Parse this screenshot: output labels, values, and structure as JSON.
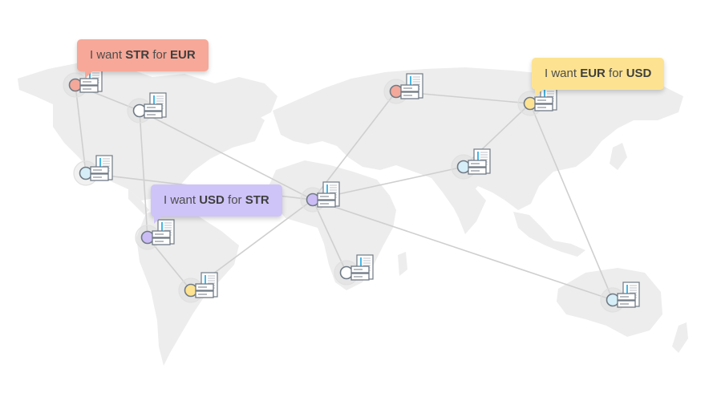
{
  "colors": {
    "land": "#ededed",
    "link": "#cfcfcf",
    "halo": "#e0e0e0",
    "server_stroke": "#707a85",
    "server_fill": "#ffffff",
    "server_accent": "#47b7e6",
    "red": "#f4a89a",
    "purple": "#cbbcf5",
    "yellow": "#fde391",
    "blue": "#d6eef7",
    "white": "#ffffff"
  },
  "nodes": [
    {
      "id": "alaska",
      "color": "red"
    },
    {
      "id": "canada",
      "color": "white"
    },
    {
      "id": "mexico",
      "color": "blue"
    },
    {
      "id": "colombia",
      "color": "purple"
    },
    {
      "id": "brazil",
      "color": "yellow"
    },
    {
      "id": "russia",
      "color": "red"
    },
    {
      "id": "east-asia",
      "color": "yellow"
    },
    {
      "id": "india",
      "color": "blue"
    },
    {
      "id": "west-africa",
      "color": "purple"
    },
    {
      "id": "south-africa",
      "color": "white"
    },
    {
      "id": "australia",
      "color": "blue"
    }
  ],
  "links": [
    [
      "alaska",
      "canada"
    ],
    [
      "alaska",
      "mexico"
    ],
    [
      "canada",
      "west-africa"
    ],
    [
      "canada",
      "colombia"
    ],
    [
      "mexico",
      "west-africa"
    ],
    [
      "colombia",
      "brazil"
    ],
    [
      "brazil",
      "west-africa"
    ],
    [
      "west-africa",
      "russia"
    ],
    [
      "west-africa",
      "india"
    ],
    [
      "west-africa",
      "south-africa"
    ],
    [
      "west-africa",
      "australia"
    ],
    [
      "russia",
      "east-asia"
    ],
    [
      "east-asia",
      "india"
    ],
    [
      "east-asia",
      "australia"
    ]
  ],
  "bubbles": [
    {
      "id": "str-eur",
      "color": "#f7a898",
      "parts": [
        {
          "t": "I want "
        },
        {
          "t": "STR",
          "b": true
        },
        {
          "t": " for "
        },
        {
          "t": "EUR",
          "b": true
        }
      ]
    },
    {
      "id": "eur-usd",
      "color": "#fde391",
      "parts": [
        {
          "t": "I want "
        },
        {
          "t": "EUR",
          "b": true
        },
        {
          "t": " for "
        },
        {
          "t": "USD",
          "b": true
        }
      ]
    },
    {
      "id": "usd-str",
      "color": "#cfc4f7",
      "parts": [
        {
          "t": "I want "
        },
        {
          "t": "USD",
          "b": true
        },
        {
          "t": " for "
        },
        {
          "t": "STR",
          "b": true
        }
      ]
    }
  ]
}
